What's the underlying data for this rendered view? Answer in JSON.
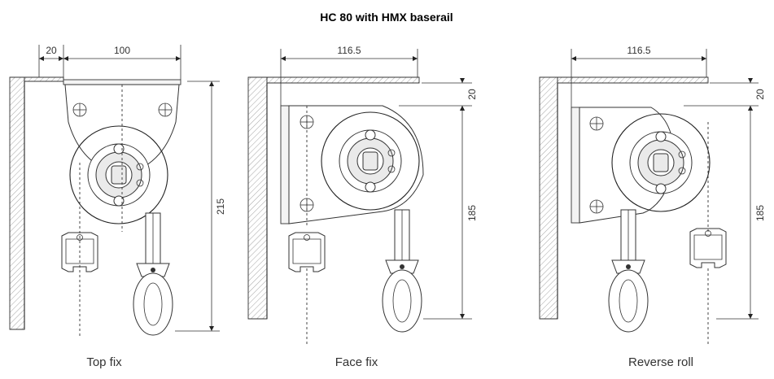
{
  "title": "HC 80 with HMX baserail",
  "views": [
    {
      "caption": "Top fix",
      "dimensions": {
        "wall_offset": "20",
        "bracket_width": "100",
        "total_height": "215"
      }
    },
    {
      "caption": "Face fix",
      "dimensions": {
        "projection": "116.5",
        "top_offset": "20",
        "height": "185"
      }
    },
    {
      "caption": "Reverse roll",
      "dimensions": {
        "projection": "116.5",
        "top_offset": "20",
        "height": "185"
      }
    }
  ]
}
